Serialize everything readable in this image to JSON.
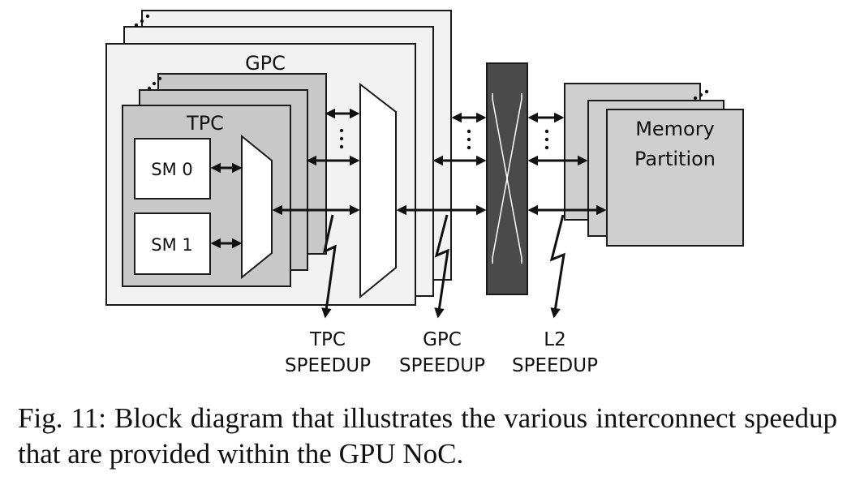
{
  "diagram": {
    "gpc_label": "GPC",
    "tpc_label": "TPC",
    "sm0_label": "SM 0",
    "sm1_label": "SM 1",
    "memory_label_line1": "Memory",
    "memory_label_line2": "Partition",
    "tpc_speedup_line1": "TPC",
    "tpc_speedup_line2": "SPEEDUP",
    "gpc_speedup_line1": "GPC",
    "gpc_speedup_line2": "SPEEDUP",
    "l2_speedup_line1": "L2",
    "l2_speedup_line2": "SPEEDUP"
  },
  "caption": "Fig. 11: Block diagram that illustrates the various interconnect speedup that are provided within the GPU NoC.",
  "colors": {
    "gpc_fill": "#f2f2f2",
    "tpc_fill": "#c8c8c8",
    "crossbar_fill": "#4a4a4a",
    "memory_fill": "#cfcfcf",
    "white": "#ffffff",
    "stroke": "#1a1a1a"
  }
}
